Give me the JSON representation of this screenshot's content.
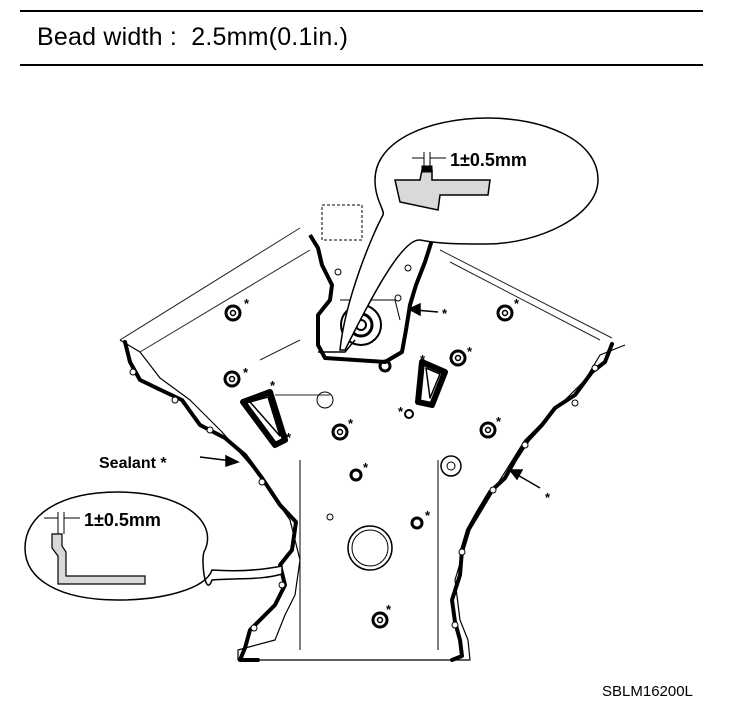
{
  "header": {
    "spec_text": "Bead width :  2.5mm(0.1in.)"
  },
  "callouts": {
    "top_tolerance": "1±0.5mm",
    "left_tolerance": "1±0.5mm"
  },
  "labels": {
    "sealant": "Sealant *",
    "asterisk": "*"
  },
  "figure_code": "SBLM16200L"
}
